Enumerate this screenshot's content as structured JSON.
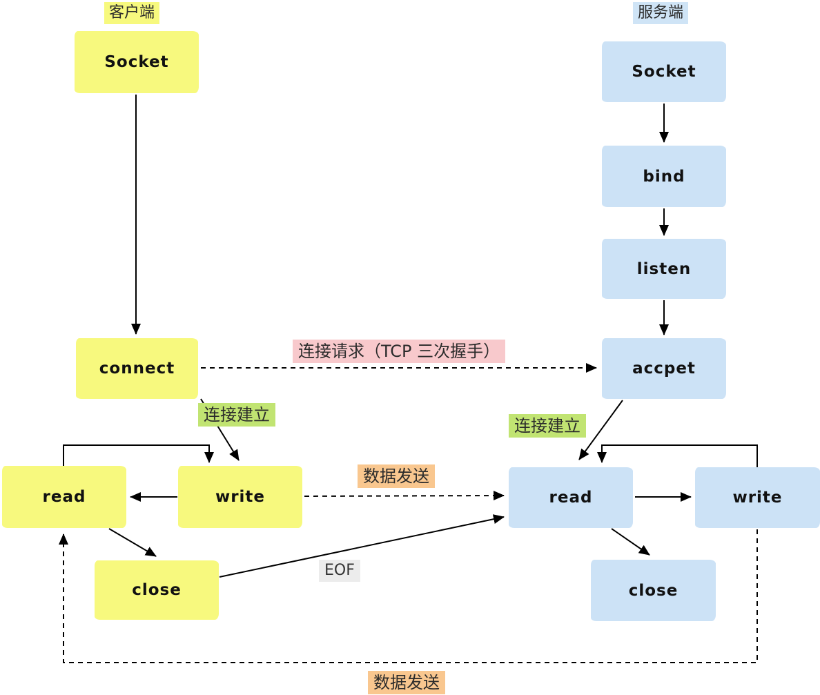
{
  "client": {
    "header": "客户端",
    "socket": "Socket",
    "connect": "connect",
    "read": "read",
    "write": "write",
    "close": "close"
  },
  "server": {
    "header": "服务端",
    "socket": "Socket",
    "bind": "bind",
    "listen": "listen",
    "accept": "accpet",
    "read": "read",
    "write": "write",
    "close": "close"
  },
  "labels": {
    "handshake": "连接请求（TCP 三次握手）",
    "established_client": "连接建立",
    "established_server": "连接建立",
    "data_send_middle": "数据发送",
    "eof": "EOF",
    "data_send_bottom": "数据发送"
  },
  "colors": {
    "client_node_bg": "#f7f97e",
    "server_node_bg": "#cce2f6",
    "client_header_bg": "#f7f97e",
    "server_header_bg": "#cfe4f6",
    "handshake_bg": "#f8c9cc",
    "established_bg": "#c1e472",
    "data_send_bg": "#f9c78f",
    "eof_bg": "#ececec",
    "arrow_color": "#000000"
  }
}
